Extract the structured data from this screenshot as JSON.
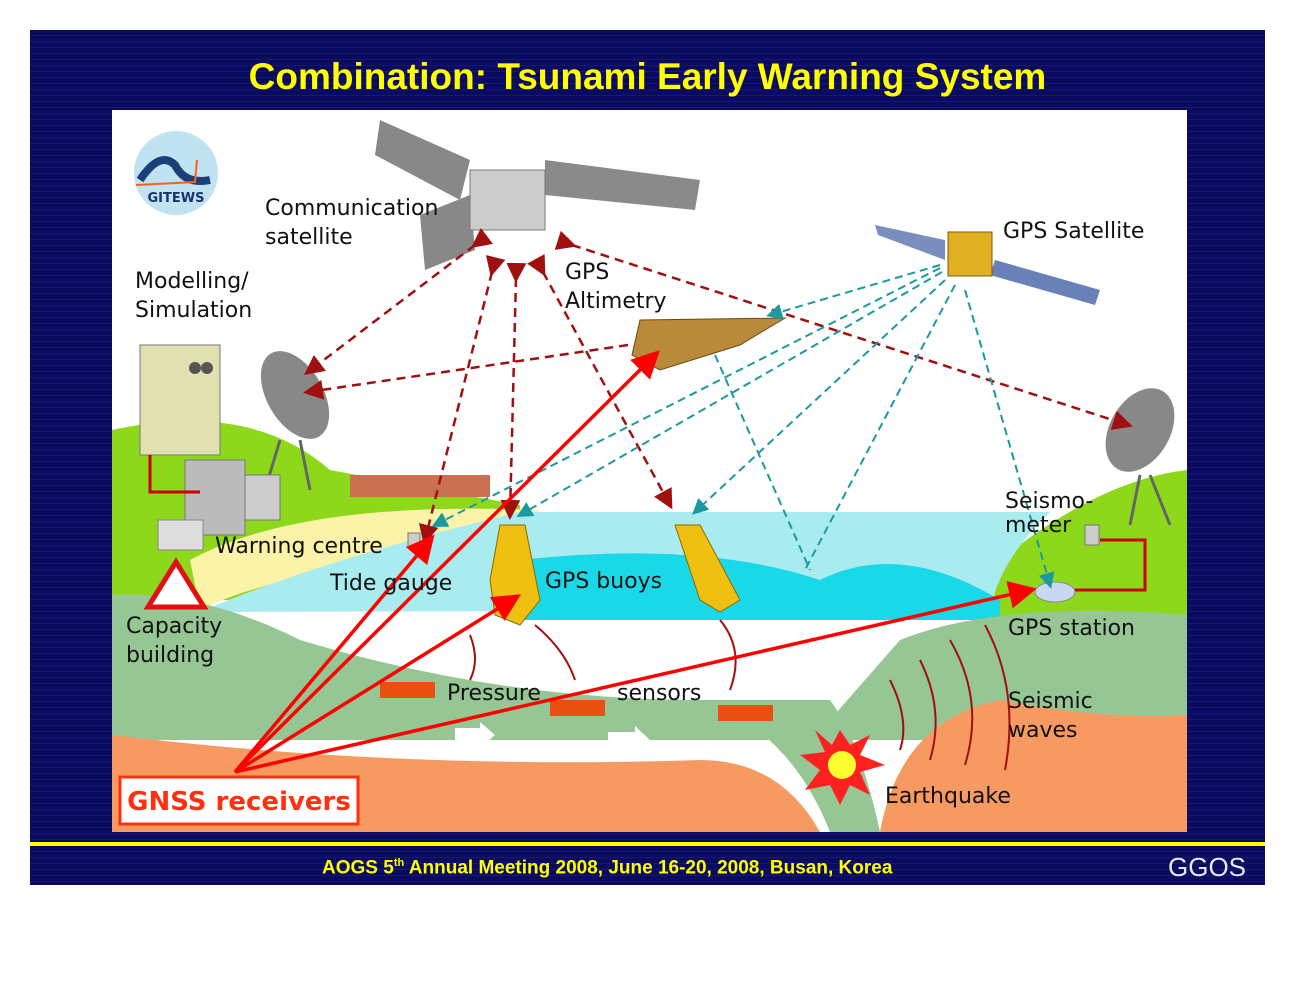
{
  "title": "Combination: Tsunami Early Warning System",
  "logo": {
    "text": "GITEWS"
  },
  "labels": {
    "comm_satellite_1": "Communication",
    "comm_satellite_2": "satellite",
    "gps_satellite": "GPS Satellite",
    "modelling_1": "Modelling/",
    "modelling_2": "Simulation",
    "gps_altimetry_1": "GPS",
    "gps_altimetry_2": "Altimetry",
    "warning_centre": "Warning centre",
    "tide_gauge": "Tide gauge",
    "gps_buoys": "GPS buoys",
    "seismometer_1": "Seismo-",
    "seismometer_2": "meter",
    "gps_station": "GPS station",
    "capacity_1": "Capacity",
    "capacity_2": "building",
    "pressure": "Pressure",
    "sensors": "sensors",
    "seismic_1": "Seismic",
    "seismic_2": "waves",
    "earthquake": "Earthquake",
    "gnss": "GNSS receivers"
  },
  "footer": {
    "prefix": "AOGS 5",
    "sup": "th",
    "suffix": " Annual Meeting 2008, June 16-20, 2008, Busan, Korea",
    "logo": "GGOS"
  },
  "colors": {
    "title": "#ffff00",
    "background": "#0a0a5e",
    "comm_link": "#a01010",
    "gps_link": "#1a9aa0",
    "gnss_link": "#ff0000"
  }
}
